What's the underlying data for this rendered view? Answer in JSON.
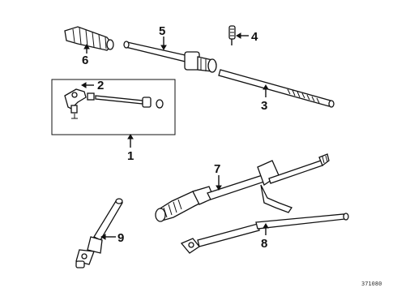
{
  "callouts": {
    "c1": "1",
    "c2": "2",
    "c3": "3",
    "c4": "4",
    "c5": "5",
    "c6": "6",
    "c7": "7",
    "c8": "8",
    "c9": "9"
  },
  "diagram_code": "371080",
  "colors": {
    "ink": "#111111",
    "paper": "#ffffff"
  }
}
